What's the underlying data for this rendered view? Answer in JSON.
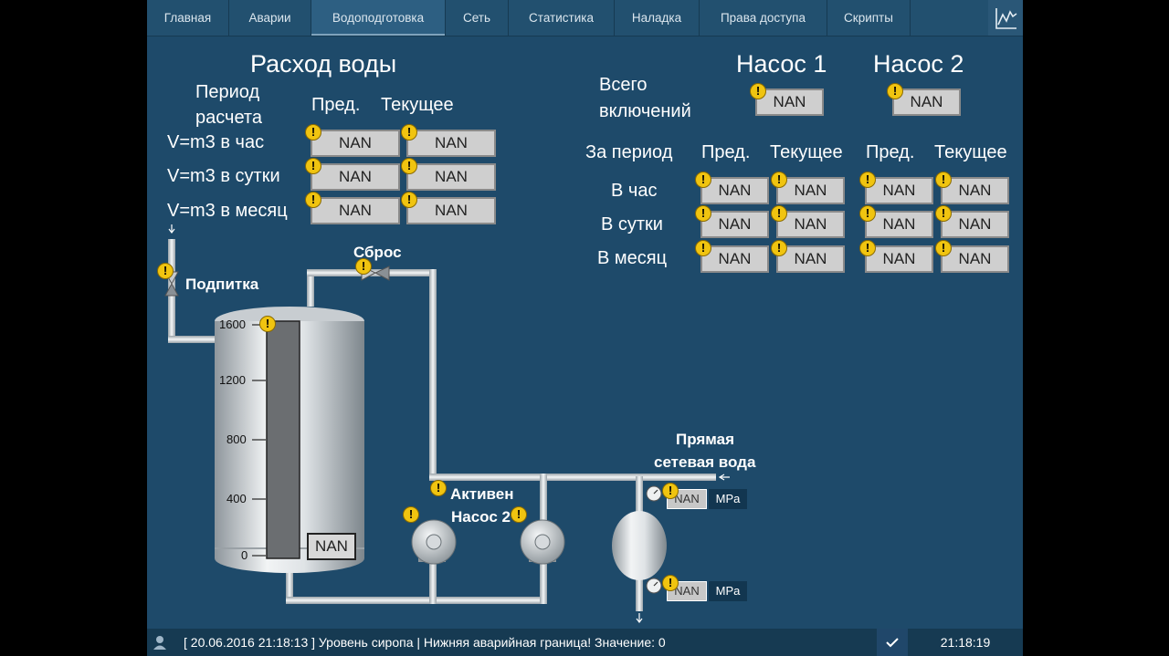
{
  "nav": {
    "tabs": [
      "Главная",
      "Аварии",
      "Водоподготовка",
      "Сеть",
      "Статистика",
      "Наладка",
      "Права доступа",
      "Скрипты"
    ]
  },
  "water_flow": {
    "title": "Расход воды",
    "period_label_1": "Период",
    "period_label_2": "расчета",
    "prev_header": "Пред.",
    "current_header": "Текущее",
    "rows": [
      {
        "label": "V=m3 в час",
        "prev": "NAN",
        "current": "NAN"
      },
      {
        "label": "V=m3 в сутки",
        "prev": "NAN",
        "current": "NAN"
      },
      {
        "label": "V=m3 в месяц",
        "prev": "NAN",
        "current": "NAN"
      }
    ]
  },
  "pumps": {
    "pump1_title": "Насос 1",
    "pump2_title": "Насос 2",
    "total_label_1": "Всего",
    "total_label_2": "включений",
    "pump1_total": "NAN",
    "pump2_total": "NAN",
    "period_header": "За период",
    "prev_header": "Пред.",
    "current_header": "Текущее",
    "rows": [
      {
        "label": "В час",
        "p1_prev": "NAN",
        "p1_cur": "NAN",
        "p2_prev": "NAN",
        "p2_cur": "NAN"
      },
      {
        "label": "В сутки",
        "p1_prev": "NAN",
        "p1_cur": "NAN",
        "p2_prev": "NAN",
        "p2_cur": "NAN"
      },
      {
        "label": "В месяц",
        "p1_prev": "NAN",
        "p1_cur": "NAN",
        "p2_prev": "NAN",
        "p2_cur": "NAN"
      }
    ]
  },
  "scheme": {
    "makeup_label": "Подпитка",
    "drain_label": "Сброс",
    "active_pump_label_1": "Активен",
    "active_pump_label_2": "Насос 2",
    "supply_label_1": "Прямая",
    "supply_label_2": "сетевая вода",
    "tank_scale": [
      "1600",
      "1200",
      "800",
      "400",
      "0"
    ],
    "tank_value": "NAN",
    "pressure_top": "NAN",
    "pressure_bottom": "NAN",
    "pressure_unit": "MPa",
    "warn_symbol": "!"
  },
  "status": {
    "message": "[ 20.06.2016  21:18:13 ]  Уровень сиропа | Нижняя аварийная граница! Значение: 0",
    "time": "21:18:19"
  },
  "colors": {
    "background": "#1e4a6a",
    "warning": "#f0c410",
    "value_box": "#cfcfcf"
  }
}
